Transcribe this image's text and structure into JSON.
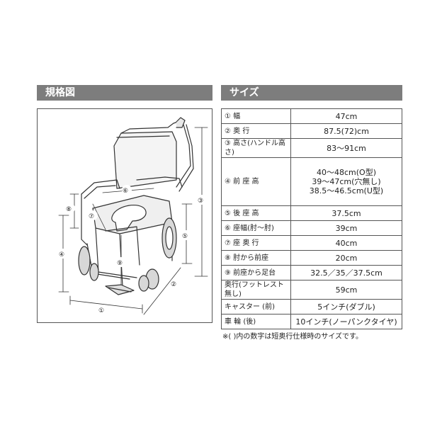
{
  "headers": {
    "left": "規格図",
    "right": "サイズ"
  },
  "specs": [
    {
      "label": "① 幅",
      "values": [
        "47cm"
      ]
    },
    {
      "label": "② 奥 行",
      "values": [
        "87.5(72)cm"
      ]
    },
    {
      "label": "③ 高さ(ハンドル高さ)",
      "values": [
        "83〜91cm"
      ]
    },
    {
      "label": "④ 前 座 高",
      "values": [
        "40〜48cm(O型)",
        "39〜47cm(穴無し)",
        "38.5〜46.5cm(U型)"
      ]
    },
    {
      "label": "⑤ 後 座 高",
      "values": [
        "37.5cm"
      ]
    },
    {
      "label": "⑥ 座幅(肘〜肘)",
      "values": [
        "39cm"
      ]
    },
    {
      "label": "⑦ 座 奥 行",
      "values": [
        "40cm"
      ]
    },
    {
      "label": "⑧ 肘から前座",
      "values": [
        "20cm"
      ]
    },
    {
      "label": "⑨ 前座から足台",
      "values": [
        "32.5／35／37.5cm"
      ]
    },
    {
      "label": "奥行(フットレスト無し)",
      "values": [
        "59cm"
      ]
    },
    {
      "label": "キャスター (前)",
      "values": [
        "5インチ(ダブル)"
      ]
    },
    {
      "label": "車 輪 (後)",
      "values": [
        "10インチ(ノーパンクタイヤ)"
      ]
    }
  ],
  "footnote": "※( )内の数字は短奥行仕様時のサイズです。",
  "diagram_labels": {
    "width": "①",
    "depth": "②",
    "height": "③",
    "front_seat": "④",
    "rear_seat": "⑤",
    "seat_width": "⑥",
    "seat_depth": "⑦",
    "arm_to_seat": "⑧",
    "seat_to_foot": "⑨"
  }
}
